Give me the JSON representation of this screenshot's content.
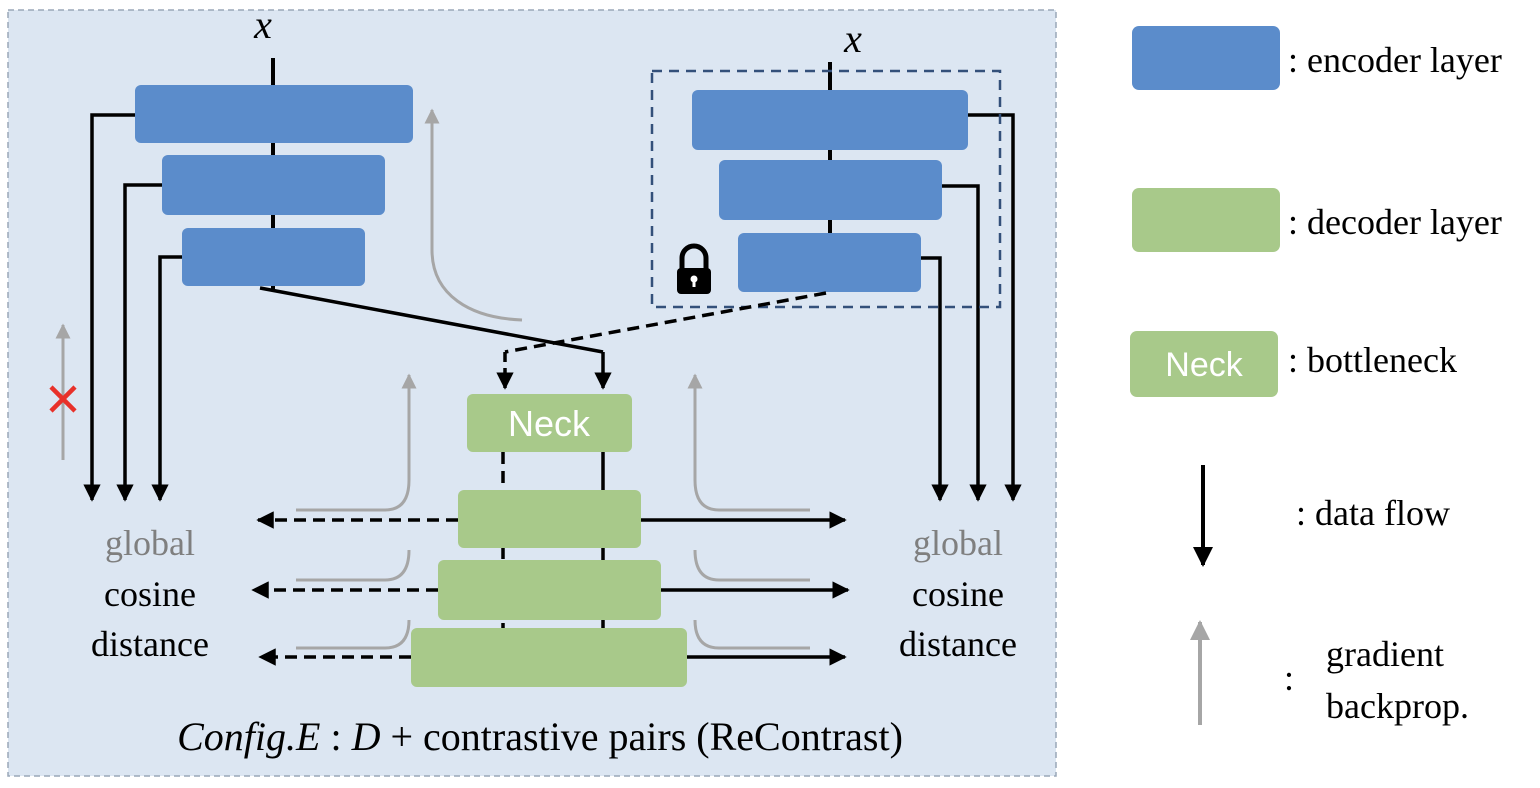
{
  "colors": {
    "panel_bg": "#dce6f2",
    "panel_border": "#9aa7b8",
    "encoder": "#5b8ccb",
    "decoder": "#a8c98a",
    "gradient": "#a6a6a6",
    "lock_box": "#33507a",
    "cross": "#e8312a",
    "text_gray": "#7f7f7f"
  },
  "diagram": {
    "input_left": "x",
    "input_right": "x",
    "neck_label": "Neck",
    "left_loss": {
      "line1": "global",
      "line2": "cosine",
      "line3": "distance"
    },
    "right_loss": {
      "line1": "global",
      "line2": "cosine",
      "line3": "distance"
    },
    "caption": {
      "italic_part": "Config.E",
      "sep": " : ",
      "var": "D",
      "rest": " + contrastive pairs (ReContrast)"
    },
    "icons": {
      "lock": "lock-icon",
      "blocked": "cross-icon"
    }
  },
  "legend": {
    "encoder": ": encoder layer",
    "decoder": ": decoder layer",
    "neck_label": "Neck",
    "neck": ": bottleneck",
    "flow": ": data flow",
    "grad_colon": ":",
    "grad_line1": "gradient",
    "grad_line2": "backprop."
  }
}
